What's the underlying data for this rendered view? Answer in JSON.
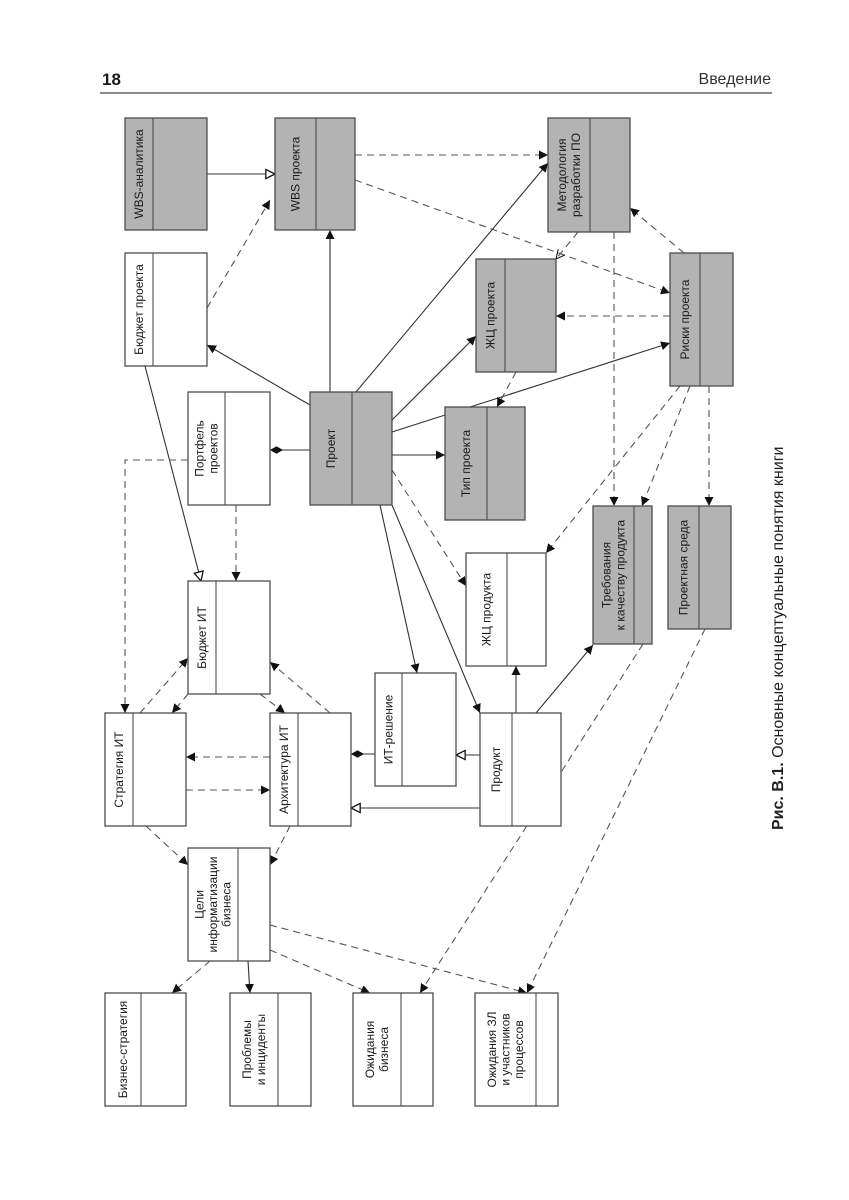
{
  "header": {
    "page_number": "18",
    "section_title": "Введение"
  },
  "figure": {
    "caption_label": "Рис. В.1.",
    "caption_text": " Основные концептуальные понятия книги",
    "colors": {
      "gray_fill": "#b3b3b3",
      "white_fill": "#ffffff",
      "stroke": "#4d4d4d"
    },
    "nodes": [
      {
        "id": "wbs_analytics",
        "label": [
          "WBS-аналитика"
        ],
        "fill": "gray"
      },
      {
        "id": "wbs_project",
        "label": [
          "WBS проекта"
        ],
        "fill": "gray"
      },
      {
        "id": "methodology",
        "label": [
          "Методология",
          "разработки ПО"
        ],
        "fill": "gray"
      },
      {
        "id": "project_budget",
        "label": [
          "Бюджет проекта"
        ],
        "fill": "white"
      },
      {
        "id": "project_lifecycle",
        "label": [
          "ЖЦ проекта"
        ],
        "fill": "gray"
      },
      {
        "id": "project_risks",
        "label": [
          "Риски проекта"
        ],
        "fill": "gray"
      },
      {
        "id": "project_portfolio",
        "label": [
          "Портфель",
          "проектов"
        ],
        "fill": "white"
      },
      {
        "id": "project",
        "label": [
          "Проект"
        ],
        "fill": "gray"
      },
      {
        "id": "project_type",
        "label": [
          "Тип проекта"
        ],
        "fill": "gray"
      },
      {
        "id": "product_lifecycle",
        "label": [
          "ЖЦ продукта"
        ],
        "fill": "white"
      },
      {
        "id": "quality_requirements",
        "label": [
          "Требования",
          "к качеству продукта"
        ],
        "fill": "gray"
      },
      {
        "id": "project_environment",
        "label": [
          "Проектная среда"
        ],
        "fill": "gray"
      },
      {
        "id": "it_budget",
        "label": [
          "Бюджет ИТ"
        ],
        "fill": "white"
      },
      {
        "id": "it_strategy",
        "label": [
          "Стратегия ИТ"
        ],
        "fill": "white"
      },
      {
        "id": "it_architecture",
        "label": [
          "Архитектура ИТ"
        ],
        "fill": "white"
      },
      {
        "id": "it_solution",
        "label": [
          "ИТ-решение"
        ],
        "fill": "white"
      },
      {
        "id": "product",
        "label": [
          "Продукт"
        ],
        "fill": "white"
      },
      {
        "id": "business_it_goals",
        "label": [
          "Цели",
          "информатизации",
          "бизнеса"
        ],
        "fill": "white"
      },
      {
        "id": "business_strategy",
        "label": [
          "Бизнес-стратегия"
        ],
        "fill": "white"
      },
      {
        "id": "problems_incidents",
        "label": [
          "Проблемы",
          "и инциденты"
        ],
        "fill": "white"
      },
      {
        "id": "business_expectations",
        "label": [
          "Ожидания",
          "бизнеса"
        ],
        "fill": "white"
      },
      {
        "id": "stakeholder_expectations",
        "label": [
          "Ожидания ЗЛ",
          "и участников",
          "процессов"
        ],
        "fill": "white"
      }
    ],
    "edges": [
      {
        "from": "wbs_analytics",
        "to": "wbs_project",
        "style": "solid",
        "head": "hollow"
      },
      {
        "from": "project_budget",
        "to": "wbs_project",
        "style": "dashed",
        "head": "filled"
      },
      {
        "from": "wbs_project",
        "to": "methodology",
        "style": "dashed",
        "head": "filled"
      },
      {
        "from": "wbs_project",
        "to": "project_risks",
        "style": "dashed",
        "head": "filled"
      },
      {
        "from": "project",
        "to": "wbs_project",
        "style": "solid",
        "head": "filled"
      },
      {
        "from": "project",
        "to": "methodology",
        "style": "solid",
        "head": "filled"
      },
      {
        "from": "project",
        "to": "project_budget",
        "style": "solid",
        "head": "filled"
      },
      {
        "from": "project",
        "to": "project_lifecycle",
        "style": "solid",
        "head": "filled"
      },
      {
        "from": "project",
        "to": "project_risks",
        "style": "solid",
        "head": "filled"
      },
      {
        "from": "project",
        "to": "project_type",
        "style": "solid",
        "head": "filled"
      },
      {
        "from": "project",
        "to": "project_portfolio",
        "style": "solid",
        "head": "diamond"
      },
      {
        "from": "project",
        "to": "product_lifecycle",
        "style": "dashed",
        "head": "filled"
      },
      {
        "from": "project",
        "to": "it_solution",
        "style": "solid",
        "head": "filled"
      },
      {
        "from": "project",
        "to": "product",
        "style": "solid",
        "head": "filled"
      },
      {
        "from": "methodology",
        "to": "project_lifecycle",
        "style": "dashed",
        "head": "open"
      },
      {
        "from": "methodology",
        "to": "quality_requirements",
        "style": "dashed",
        "head": "filled"
      },
      {
        "from": "project_risks",
        "to": "methodology",
        "style": "dashed",
        "head": "filled"
      },
      {
        "from": "project_risks",
        "to": "project_lifecycle",
        "style": "dashed",
        "head": "filled"
      },
      {
        "from": "project_risks",
        "to": "product_lifecycle",
        "style": "dashed",
        "head": "filled"
      },
      {
        "from": "project_risks",
        "to": "quality_requirements",
        "style": "dashed",
        "head": "filled"
      },
      {
        "from": "project_risks",
        "to": "project_environment",
        "style": "dashed",
        "head": "filled"
      },
      {
        "from": "project_lifecycle",
        "to": "project_type",
        "style": "dashed",
        "head": "filled"
      },
      {
        "from": "project_budget",
        "to": "it_budget",
        "style": "solid",
        "head": "hollow"
      },
      {
        "from": "project_portfolio",
        "to": "it_budget",
        "style": "dashed",
        "head": "filled"
      },
      {
        "from": "project_portfolio",
        "to": "it_strategy",
        "style": "dashed",
        "head": "filled"
      },
      {
        "from": "it_strategy",
        "to": "it_budget",
        "style": "dashed",
        "head": "filled"
      },
      {
        "from": "it_budget",
        "to": "it_strategy",
        "style": "dashed",
        "head": "filled"
      },
      {
        "from": "it_budget",
        "to": "it_architecture",
        "style": "dashed",
        "head": "filled"
      },
      {
        "from": "it_architecture",
        "to": "it_budget",
        "style": "dashed",
        "head": "filled"
      },
      {
        "from": "it_architecture",
        "to": "it_strategy",
        "style": "dashed",
        "head": "filled"
      },
      {
        "from": "it_strategy",
        "to": "it_architecture",
        "style": "dashed",
        "head": "filled"
      },
      {
        "from": "it_solution",
        "to": "it_architecture",
        "style": "solid",
        "head": "diamond"
      },
      {
        "from": "product",
        "to": "it_solution",
        "style": "solid",
        "head": "hollow"
      },
      {
        "from": "product",
        "to": "it_architecture",
        "style": "solid",
        "head": "hollow"
      },
      {
        "from": "product",
        "to": "product_lifecycle",
        "style": "solid",
        "head": "filled"
      },
      {
        "from": "product",
        "to": "quality_requirements",
        "style": "solid",
        "head": "filled"
      },
      {
        "from": "it_strategy",
        "to": "business_it_goals",
        "style": "dashed",
        "head": "filled"
      },
      {
        "from": "it_architecture",
        "to": "business_it_goals",
        "style": "dashed",
        "head": "filled"
      },
      {
        "from": "business_it_goals",
        "to": "business_strategy",
        "style": "dashed",
        "head": "filled"
      },
      {
        "from": "business_it_goals",
        "to": "problems_incidents",
        "style": "solid",
        "head": "filled"
      },
      {
        "from": "business_it_goals",
        "to": "business_expectations",
        "style": "dashed",
        "head": "filled"
      },
      {
        "from": "business_it_goals",
        "to": "stakeholder_expectations",
        "style": "dashed",
        "head": "filled"
      },
      {
        "from": "quality_requirements",
        "to": "business_expectations",
        "style": "dashed",
        "head": "filled"
      },
      {
        "from": "project_environment",
        "to": "stakeholder_expectations",
        "style": "dashed",
        "head": "filled"
      }
    ]
  }
}
